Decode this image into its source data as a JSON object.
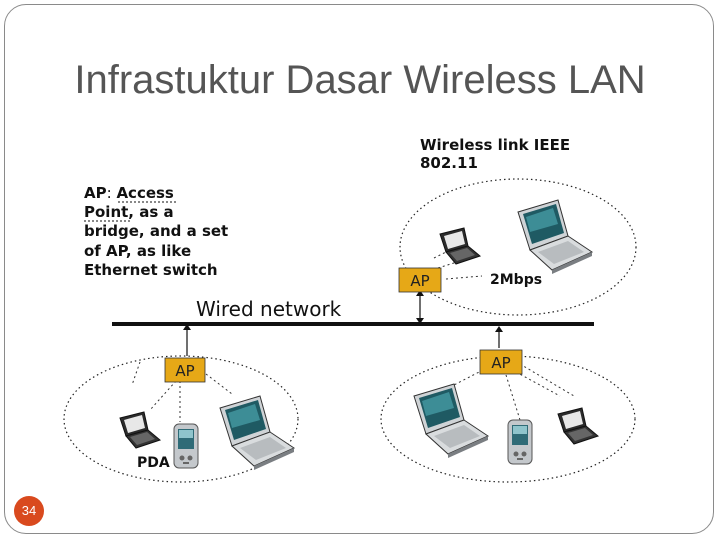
{
  "slide": {
    "title": "Infrastuktur Dasar Wireless LAN",
    "page_number": "34"
  },
  "diagram": {
    "wireless_link_line1": "Wireless link IEEE",
    "wireless_link_line2": "802.11",
    "ap_def": {
      "l1a": "AP",
      "l1b": ": ",
      "l1c": "Access",
      "l2a": "Point",
      "l2b": ", as a",
      "l3": "bridge, and a set",
      "l4": "of AP, as like",
      "l5": "Ethernet switch"
    },
    "wired_network": "Wired network",
    "ap_top_right": "AP",
    "ap_bottom_left": "AP",
    "ap_bottom_right": "AP",
    "speed": "2Mbps",
    "pda": "PDA"
  },
  "colors": {
    "ap_box": "#e6a817",
    "page_badge": "#d94a1e"
  }
}
